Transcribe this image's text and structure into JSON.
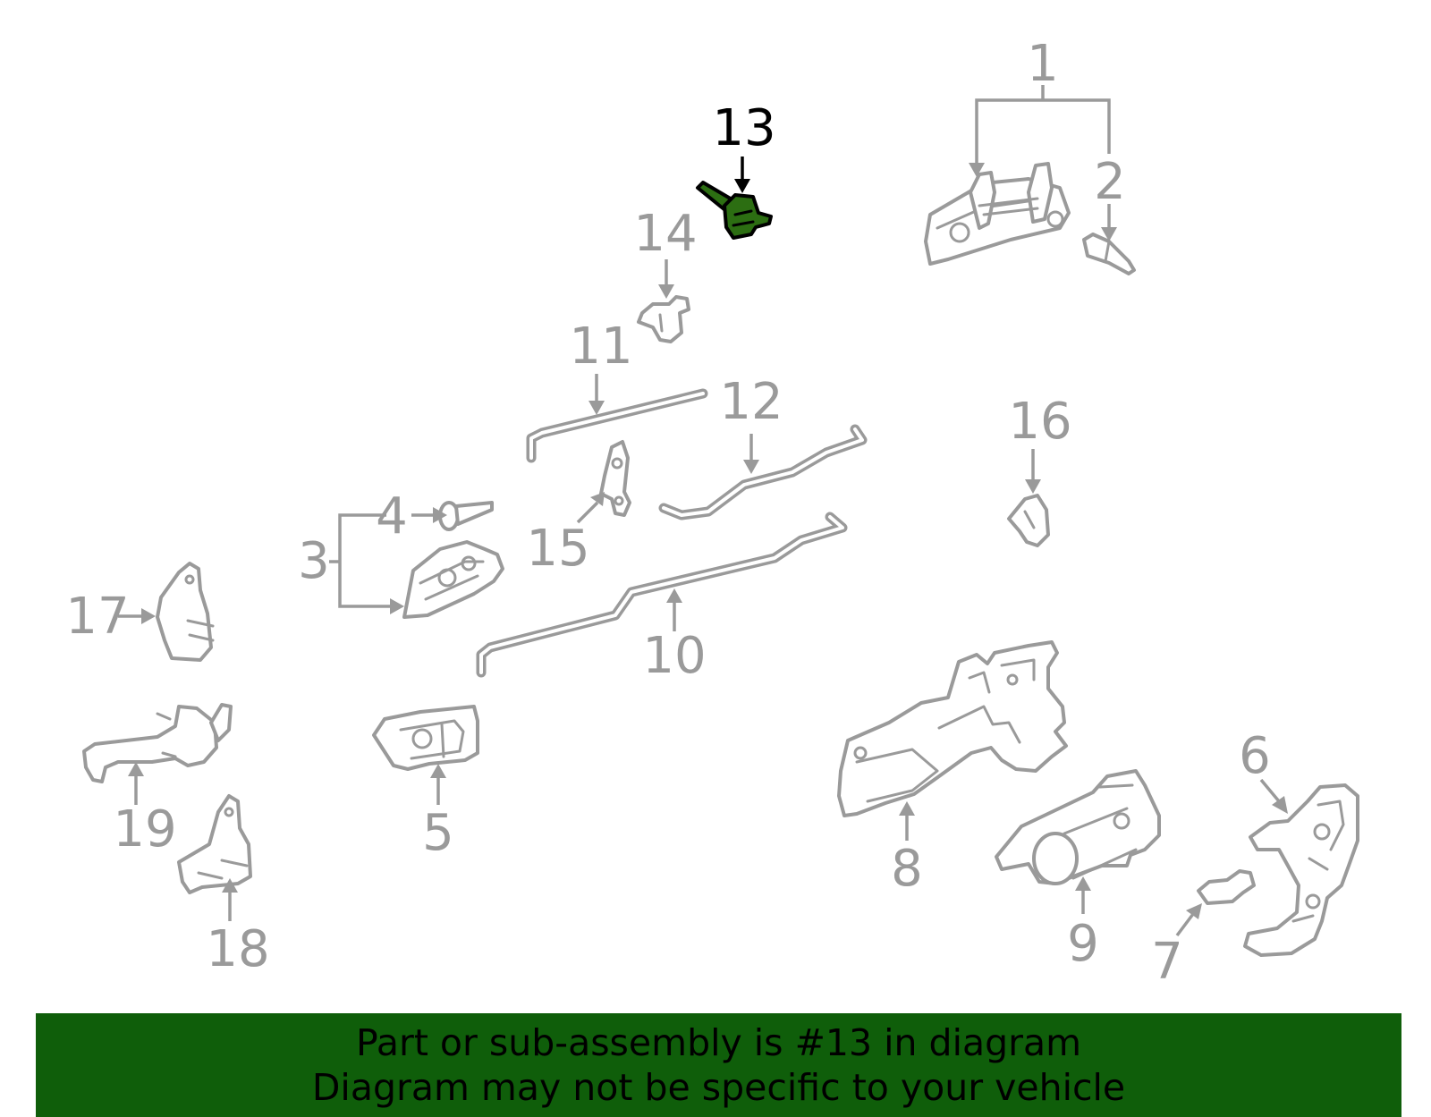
{
  "diagram": {
    "highlighted_part": "13",
    "callouts": [
      "1",
      "2",
      "3",
      "4",
      "5",
      "6",
      "7",
      "8",
      "9",
      "10",
      "11",
      "12",
      "13",
      "14",
      "15",
      "16",
      "17",
      "18",
      "19"
    ],
    "colors": {
      "parts": "#9a9a9a",
      "highlight_fill": "#2c6e12",
      "highlight_outline": "#000000",
      "banner": "#0f5e0a"
    }
  },
  "banner": {
    "line1": "Part or sub-assembly is #13 in diagram",
    "line2": "Diagram may not be specific to your vehicle"
  }
}
